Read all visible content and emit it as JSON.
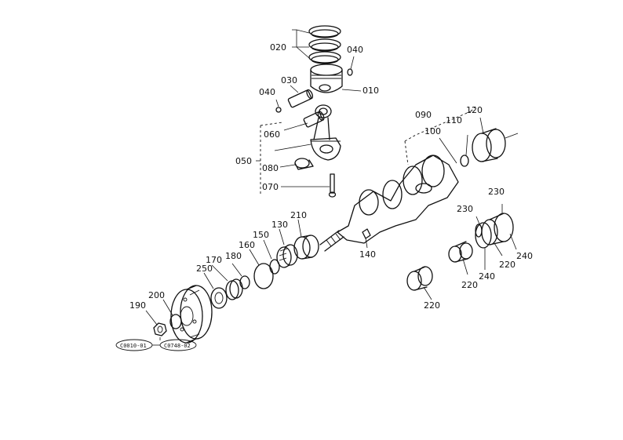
{
  "labels": {
    "p010": "010",
    "p020": "020",
    "p030": "030",
    "p040a": "040",
    "p040b": "040",
    "p050": "050",
    "p060": "060",
    "p070": "070",
    "p080": "080",
    "p090": "090",
    "p100": "100",
    "p110": "110",
    "p120": "120",
    "p130": "130",
    "p140": "140",
    "p150": "150",
    "p160": "160",
    "p170": "170",
    "p180": "180",
    "p190": "190",
    "p200": "200",
    "p210": "210",
    "p220a": "220",
    "p220b": "220",
    "p220c": "220",
    "p230a": "230",
    "p230b": "230",
    "p240a": "240",
    "p240b": "240",
    "p250": "250"
  },
  "ref_codes": {
    "code1": "C0010-01",
    "code2": "C0748-02"
  }
}
